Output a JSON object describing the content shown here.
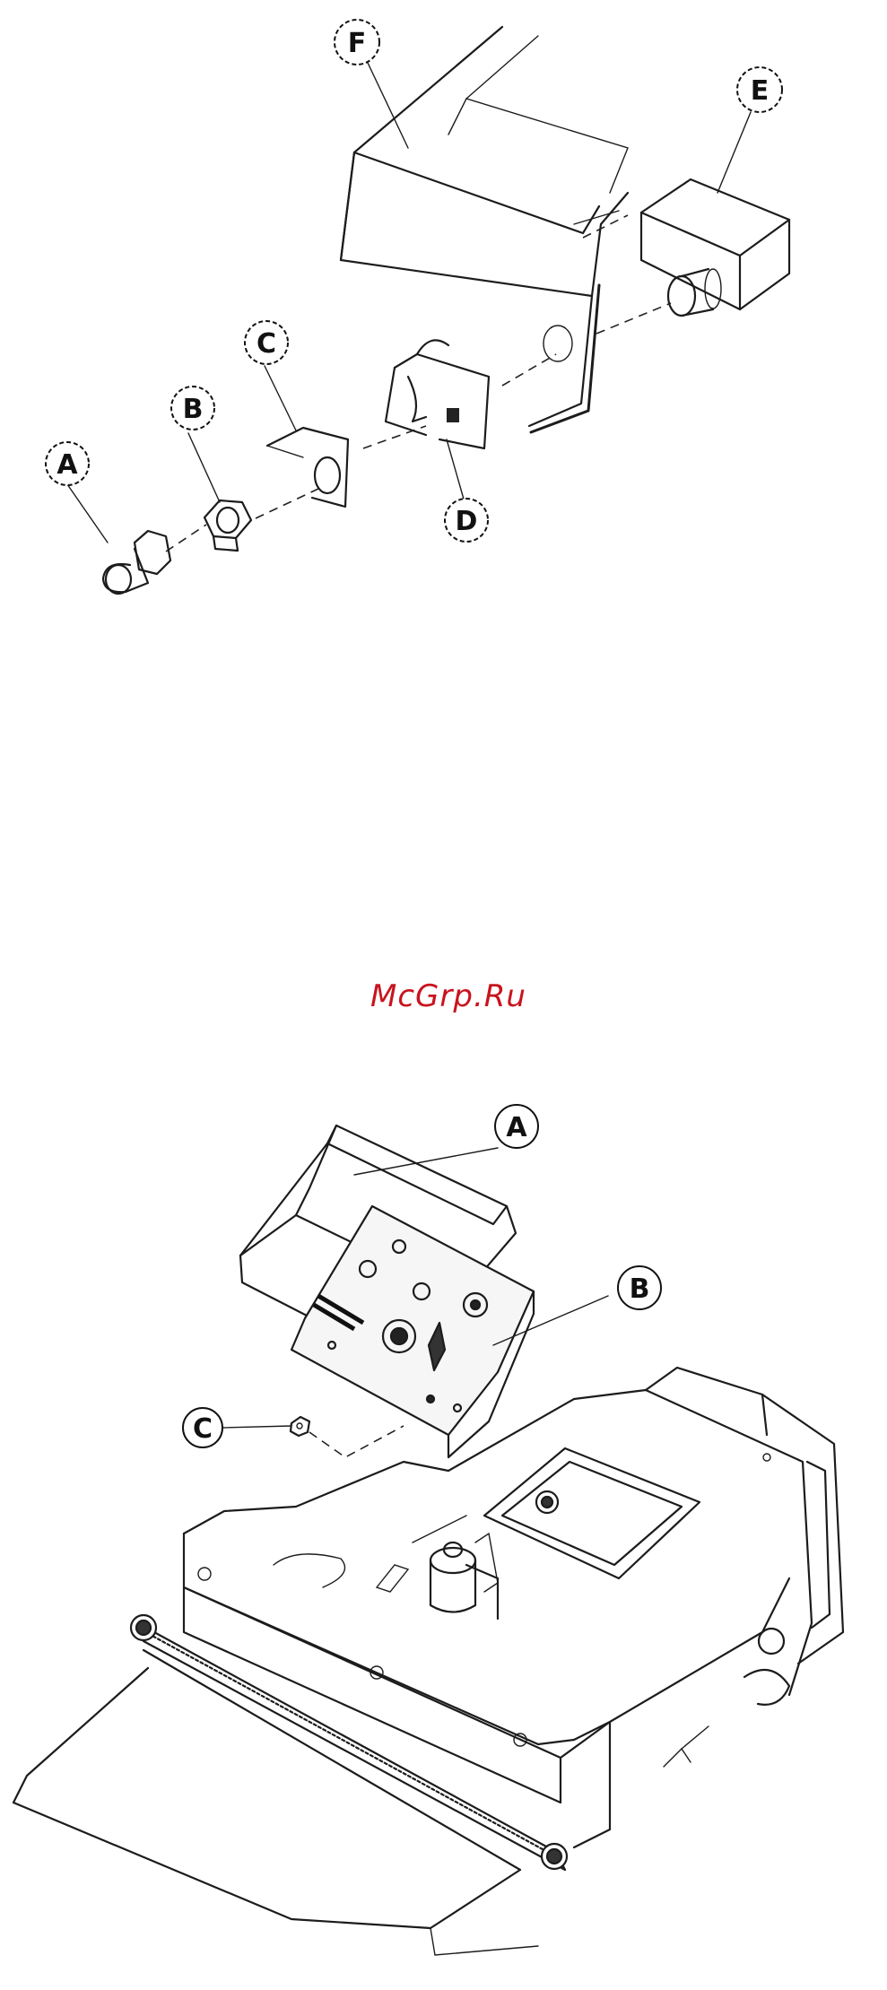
{
  "figure_top": {
    "callouts": [
      {
        "key": "A",
        "label": "A"
      },
      {
        "key": "B",
        "label": "B"
      },
      {
        "key": "C",
        "label": "C"
      },
      {
        "key": "D",
        "label": "D"
      },
      {
        "key": "E",
        "label": "E"
      },
      {
        "key": "F",
        "label": "F"
      }
    ]
  },
  "watermark": "McGrp.Ru",
  "figure_bottom": {
    "callouts": [
      {
        "key": "A",
        "label": "A"
      },
      {
        "key": "B",
        "label": "B"
      },
      {
        "key": "C",
        "label": "C"
      }
    ]
  }
}
